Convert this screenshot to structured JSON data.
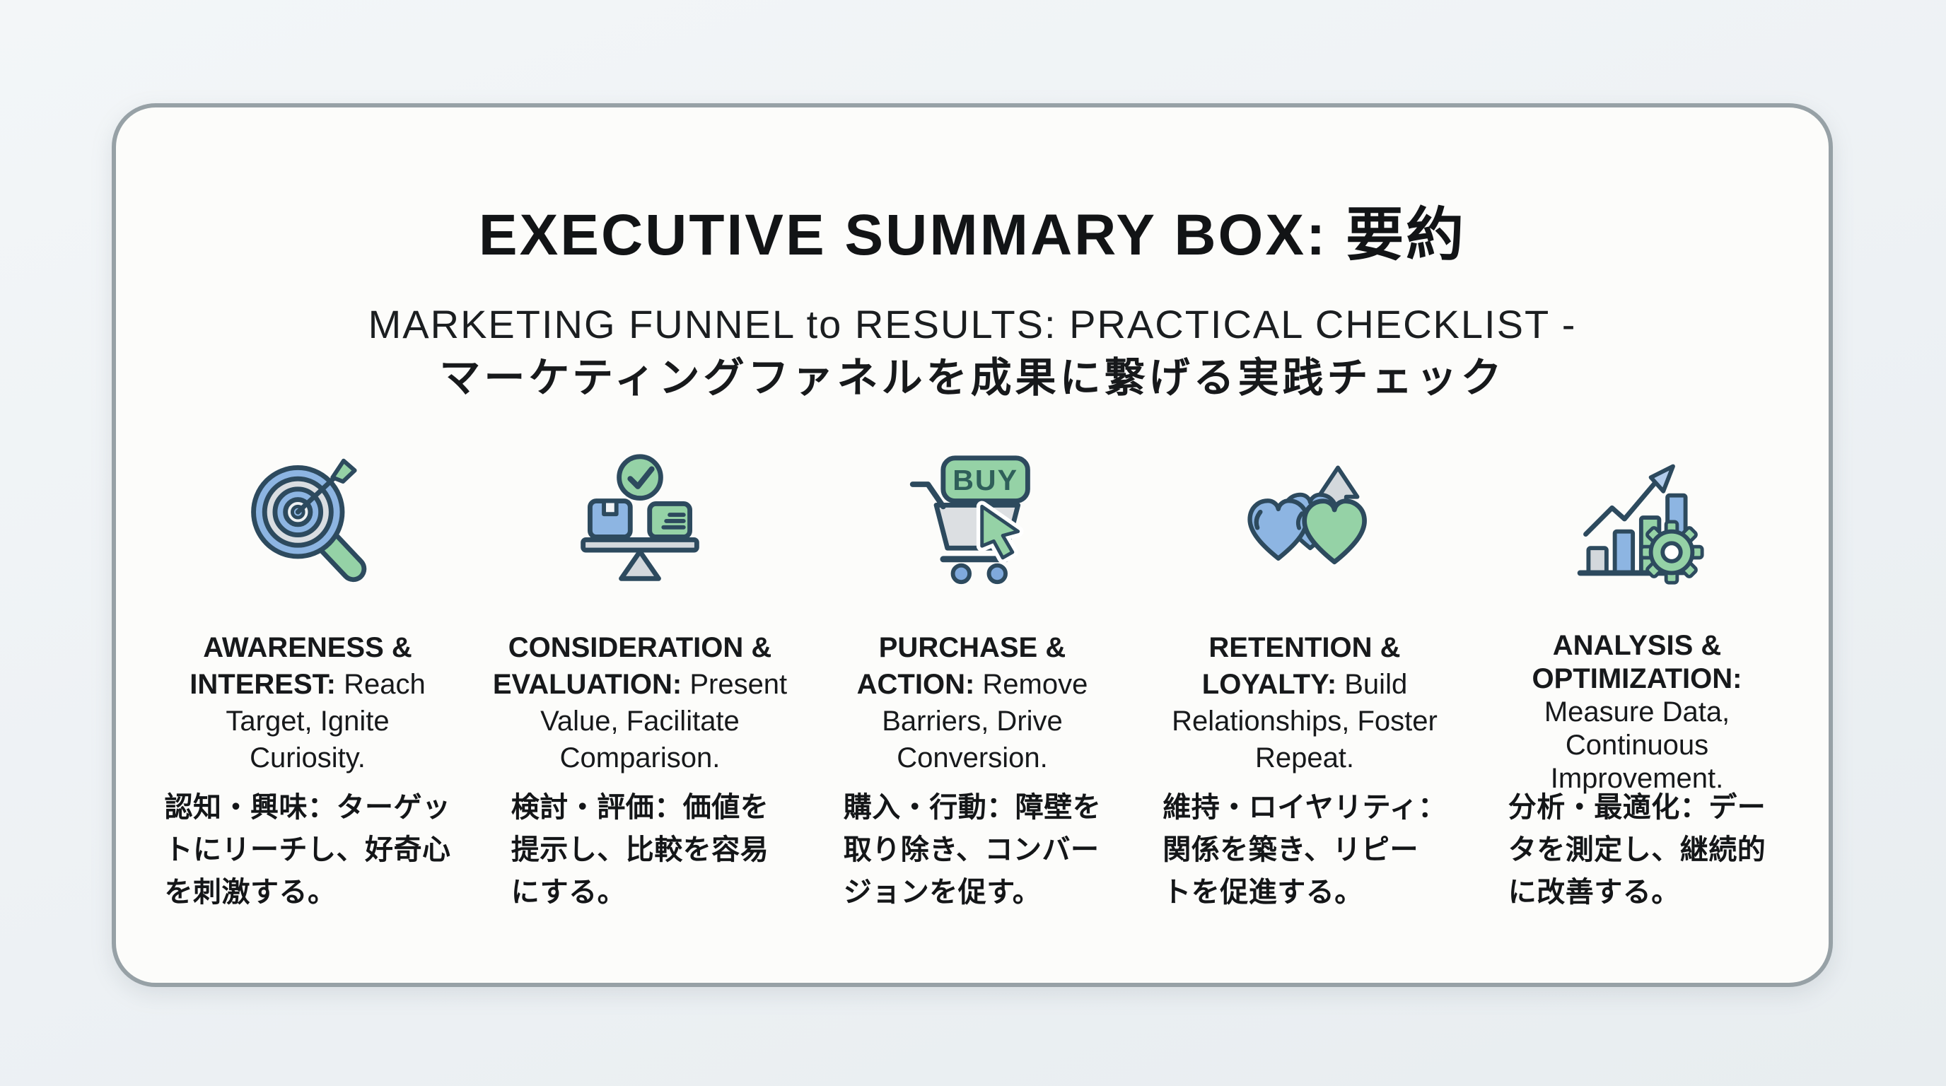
{
  "palette": {
    "page-bg": "#edf1f4",
    "card-bg": "#fcfcfa",
    "card-border": "#97a1a6",
    "ink": "#15181a",
    "outline": "#2d4a5e",
    "blue": "#8db5e2",
    "blue-light": "#b3cdec",
    "green": "#95d2a6",
    "gray": "#d3d8dc"
  },
  "header": {
    "title": "EXECUTIVE SUMMARY BOX: 要約",
    "subtitle_en": "MARKETING FUNNEL to RESULTS: PRACTICAL CHECKLIST -",
    "subtitle_ja": "マーケティングファネルを成果に繋げる実践チェック"
  },
  "cart_button_label": "BUY",
  "columns": [
    {
      "icon": "target-magnifier-icon",
      "en_bold": "AWARENESS &\nINTEREST:",
      "en_rest": " Reach\nTarget, Ignite\nCuriosity.",
      "ja": "認知・興味：ターゲッ\nトにリーチし、好奇心\nを刺激する。"
    },
    {
      "icon": "balance-scale-icon",
      "en_bold": "CONSIDERATION &\nEVALUATION:",
      "en_rest": " Present\nValue, Facilitate\nComparison.",
      "ja": "検討・評価：価値を\n提示し、比較を容易\nにする。"
    },
    {
      "icon": "cart-buy-icon",
      "en_bold": "PURCHASE &\nACTION:",
      "en_rest": " Remove\nBarriers, Drive\nConversion.",
      "ja": "購入・行動：障壁を\n取り除き、コンバー\nジョンを促す。"
    },
    {
      "icon": "hearts-growth-icon",
      "en_bold": "RETENTION &\nLOYALTY:",
      "en_rest": " Build\nRelationships, Foster\nRepeat.",
      "ja": "維持・ロイヤリティ：\n関係を築き、リピー\nトを促進する。"
    },
    {
      "icon": "chart-gear-icon",
      "en_bold": "ANALYSIS &\nOPTIMIZATION:",
      "en_rest": "\nMeasure Data,\nContinuous\nImprovement.",
      "ja": "分析・最適化：デー\nタを測定し、継続的\nに改善する。"
    }
  ]
}
